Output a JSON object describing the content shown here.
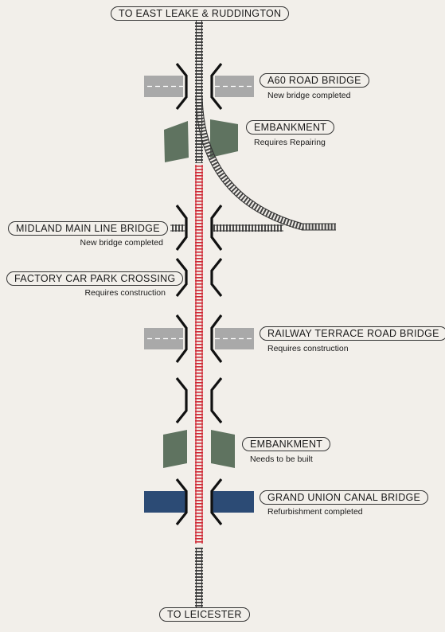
{
  "diagram": {
    "top_terminus": "TO EAST LEAKE & RUDDINGTON",
    "bottom_terminus": "TO LEICESTER",
    "colors": {
      "background": "#f2efea",
      "road": "#a9a9a9",
      "embankment": "#5f7360",
      "canal": "#2c4b75",
      "new_track": "#cf2a36",
      "existing_track": "#555555"
    },
    "labels": [
      {
        "title": "A60 ROAD BRIDGE",
        "status": "New bridge completed"
      },
      {
        "title": "EMBANKMENT",
        "status": "Requires Repairing"
      },
      {
        "title": "MIDLAND MAIN LINE BRIDGE",
        "status": "New bridge completed"
      },
      {
        "title": "FACTORY CAR PARK CROSSING",
        "status": "Requires construction"
      },
      {
        "title": "RAILWAY TERRACE ROAD BRIDGE",
        "status": "Requires construction"
      },
      {
        "title": "EMBANKMENT",
        "status": "Needs to be built"
      },
      {
        "title": "GRAND UNION CANAL BRIDGE",
        "status": "Refurbishment completed"
      }
    ]
  }
}
